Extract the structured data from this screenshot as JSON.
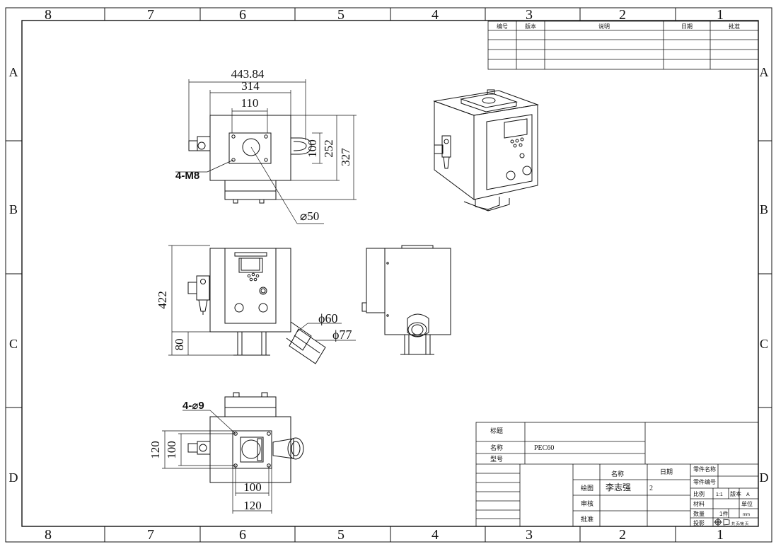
{
  "frame": {
    "col_numbers": [
      "8",
      "7",
      "6",
      "5",
      "4",
      "3",
      "2",
      "1"
    ],
    "row_letters": [
      "A",
      "B",
      "C",
      "D"
    ]
  },
  "revision_table": {
    "headers": [
      "编号",
      "版本",
      "说明",
      "日期",
      "批准"
    ]
  },
  "dimensions": {
    "top_view": {
      "overall_width": "443.84",
      "body_width": "314",
      "flange_width": "110",
      "dim_100": "100",
      "dim_252": "252",
      "dim_327": "327",
      "bolt_callout": "4-M8",
      "bore_callout": "⌀50"
    },
    "front_view": {
      "height": "422",
      "stand_height": "80",
      "pipe_diam_inner": "ϕ60",
      "pipe_diam_outer": "ϕ77"
    },
    "bottom_view": {
      "hole_callout": "4-⌀9",
      "dim_120_v": "120",
      "dim_100_v": "100",
      "dim_100_h": "100",
      "dim_120_h": "120"
    }
  },
  "title_block": {
    "label_title": "标题",
    "label_name": "名称",
    "label_model": "型号",
    "name_value": "PEC60",
    "col_name": "名称",
    "col_date": "日期",
    "row_drawn": "绘图",
    "row_check": "审核",
    "row_approve": "批准",
    "drawn_by": "李志强",
    "date_fragment": "2",
    "part_name": "零件名称",
    "part_number": "零件编号",
    "scale_label": "比例",
    "scale_value": "1:1",
    "version_label": "版本",
    "version_value": "A",
    "material_label": "材料",
    "unit_label": "单位",
    "qty_label": "数量",
    "qty_value": "1件",
    "unit_value": "mm",
    "projection_label": "投影",
    "sheet_label": "共 页/第 页"
  },
  "colors": {
    "line": "#111111",
    "paper": "#ffffff"
  }
}
